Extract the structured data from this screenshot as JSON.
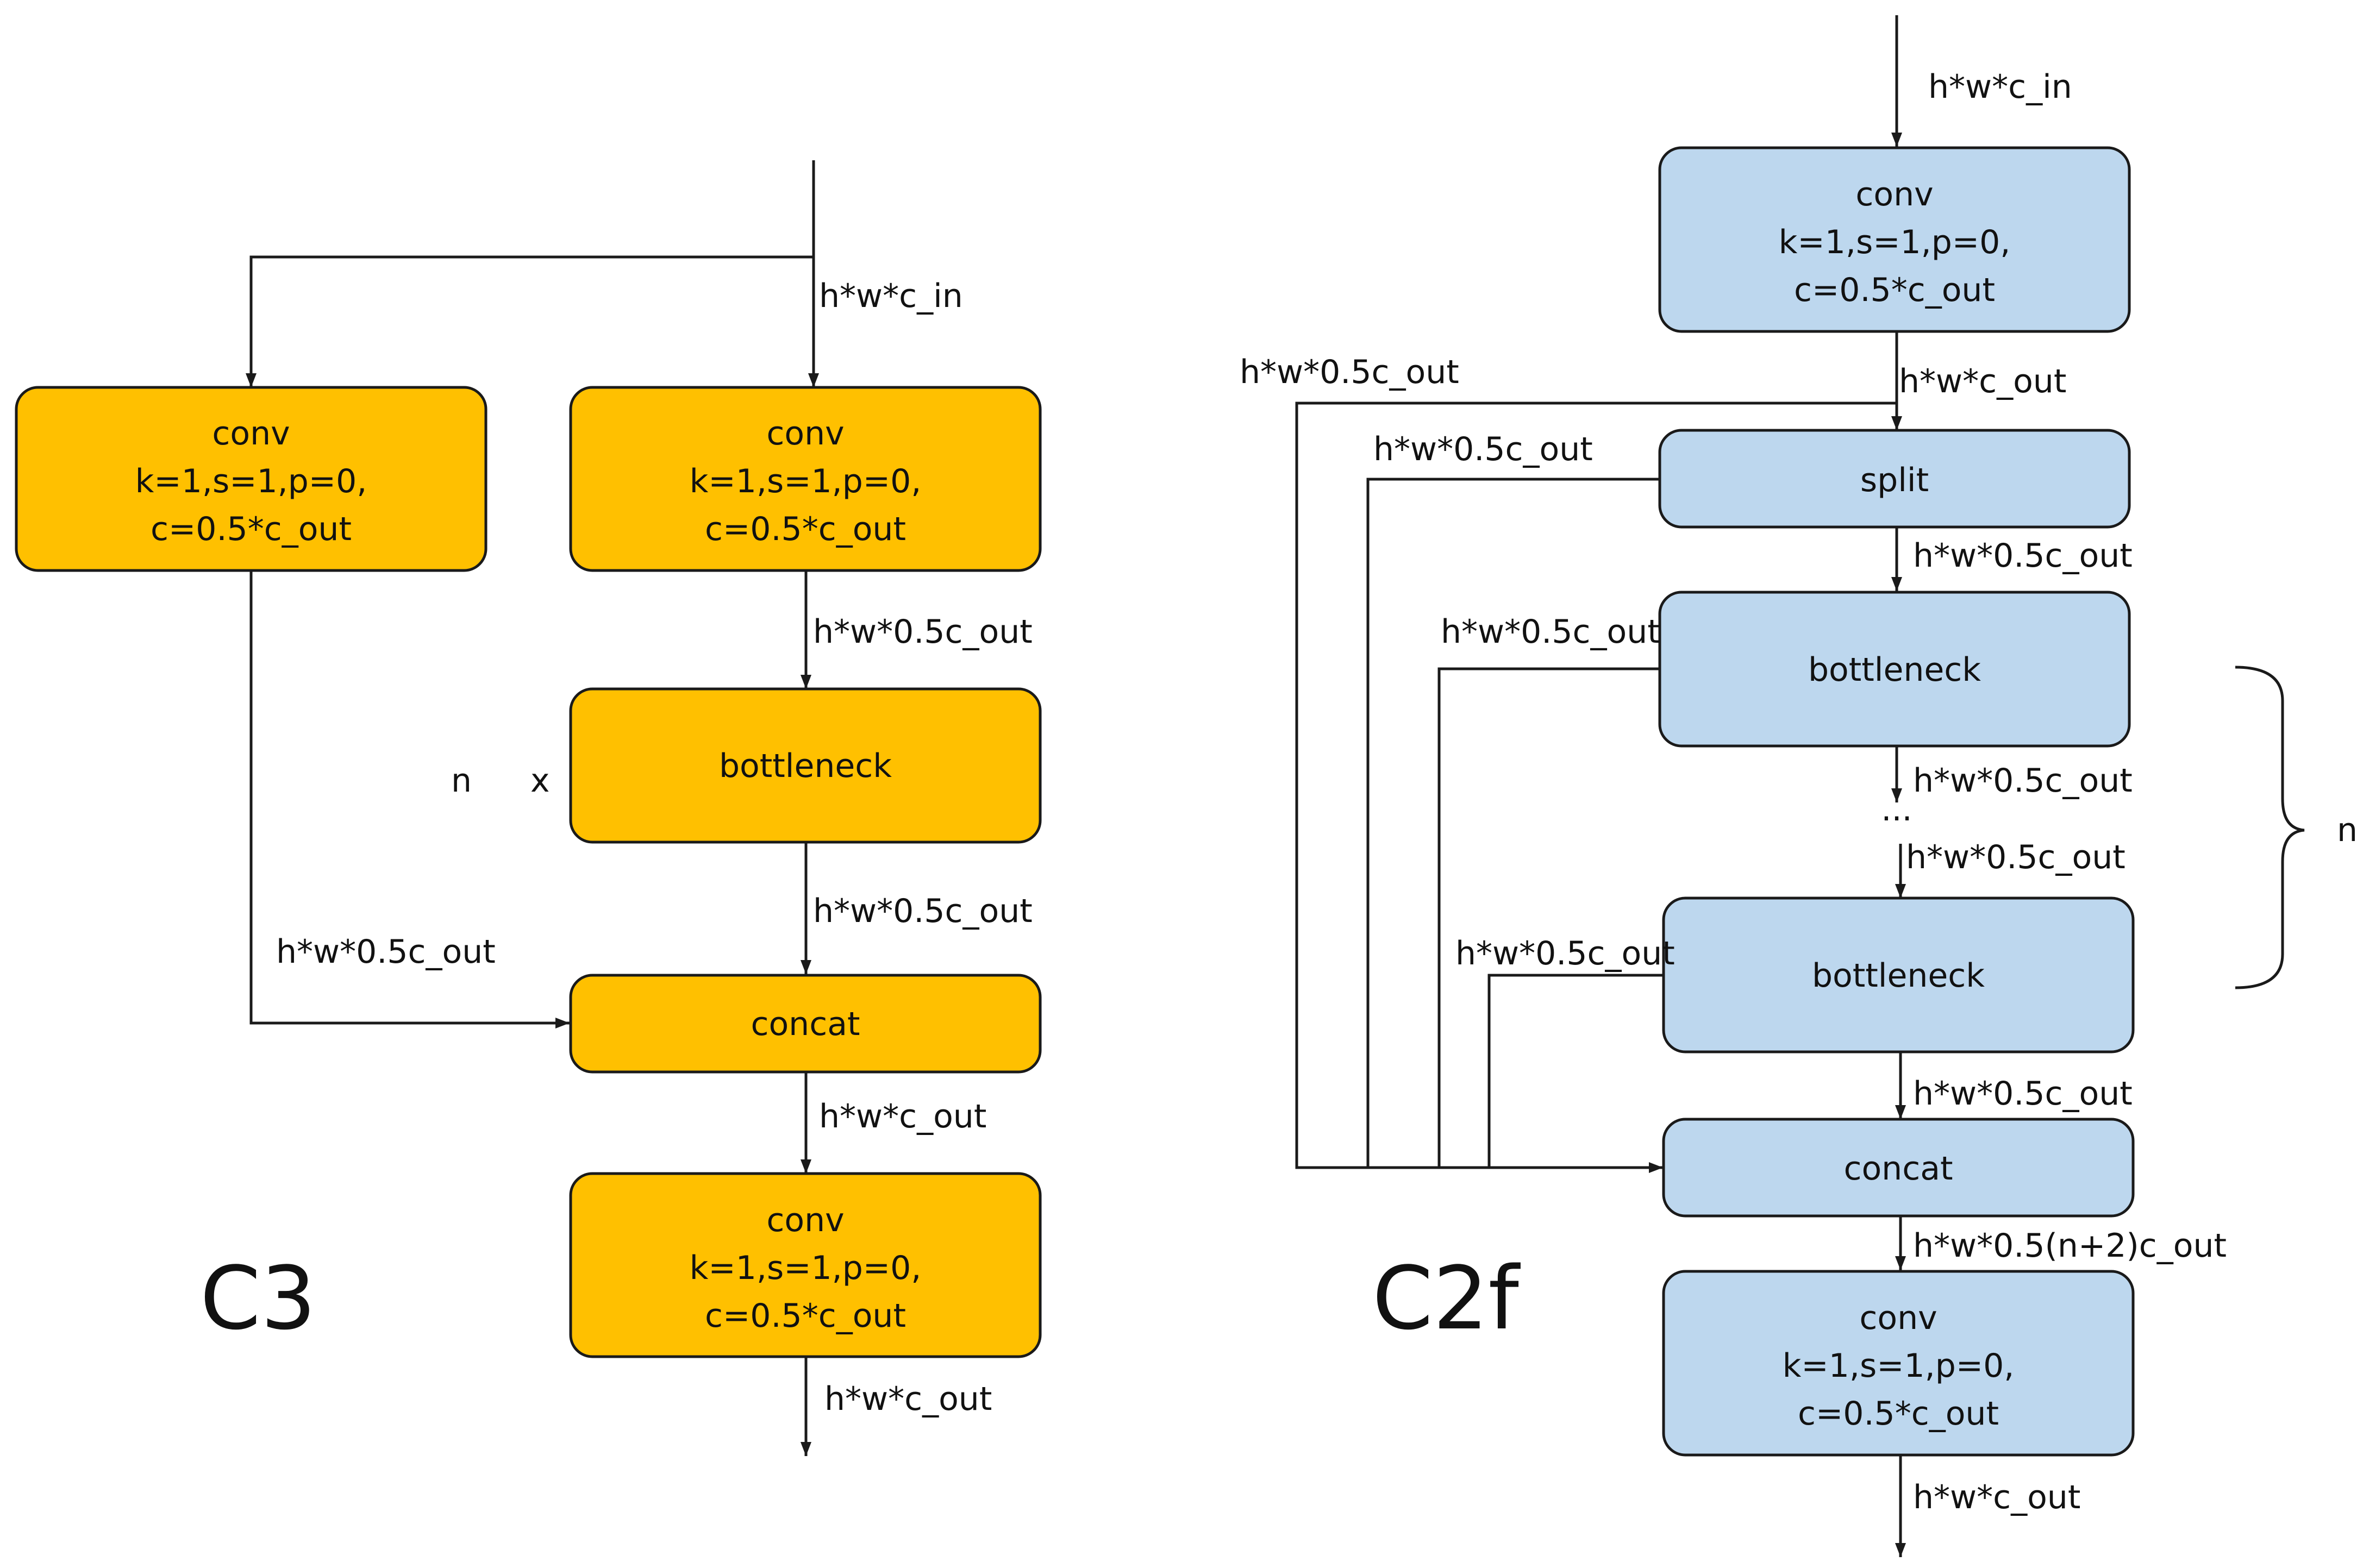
{
  "c3": {
    "title": "C3",
    "boxes": {
      "conv_left": [
        "conv",
        "k=1,s=1,p=0,",
        "c=0.5*c_out"
      ],
      "conv_right": [
        "conv",
        "k=1,s=1,p=0,",
        "c=0.5*c_out"
      ],
      "bottleneck": [
        "bottleneck"
      ],
      "concat": [
        "concat"
      ],
      "conv_out": [
        "conv",
        "k=1,s=1,p=0,",
        "c=0.5*c_out"
      ]
    },
    "labels": {
      "input": "h*w*c_in",
      "after_conv_right": "h*w*0.5c_out",
      "after_bottleneck": "h*w*0.5c_out",
      "left_branch": "h*w*0.5c_out",
      "after_concat": "h*w*c_out",
      "output": "h*w*c_out",
      "repeat_n": "n",
      "repeat_x": "x"
    }
  },
  "c2f": {
    "title": "C2f",
    "boxes": {
      "conv_in": [
        "conv",
        "k=1,s=1,p=0,",
        "c=0.5*c_out"
      ],
      "split": [
        "split"
      ],
      "bottleneck_1": [
        "bottleneck"
      ],
      "bottleneck_n": [
        "bottleneck"
      ],
      "concat": [
        "concat"
      ],
      "conv_out": [
        "conv",
        "k=1,s=1,p=0,",
        "c=0.5*c_out"
      ]
    },
    "labels": {
      "input": "h*w*c_in",
      "after_conv": "h*w*c_out",
      "skip_outer": "h*w*0.5c_out",
      "skip_split": "h*w*0.5c_out",
      "after_split": "h*w*0.5c_out",
      "skip_b1": "h*w*0.5c_out",
      "after_b1": "h*w*0.5c_out",
      "ellipsis": "...",
      "before_bn": "h*w*0.5c_out",
      "skip_bn": "h*w*0.5c_out",
      "after_bn": "h*w*0.5c_out",
      "after_concat": "h*w*0.5(n+2)c_out",
      "output": "h*w*c_out",
      "brace_n": "n"
    }
  }
}
